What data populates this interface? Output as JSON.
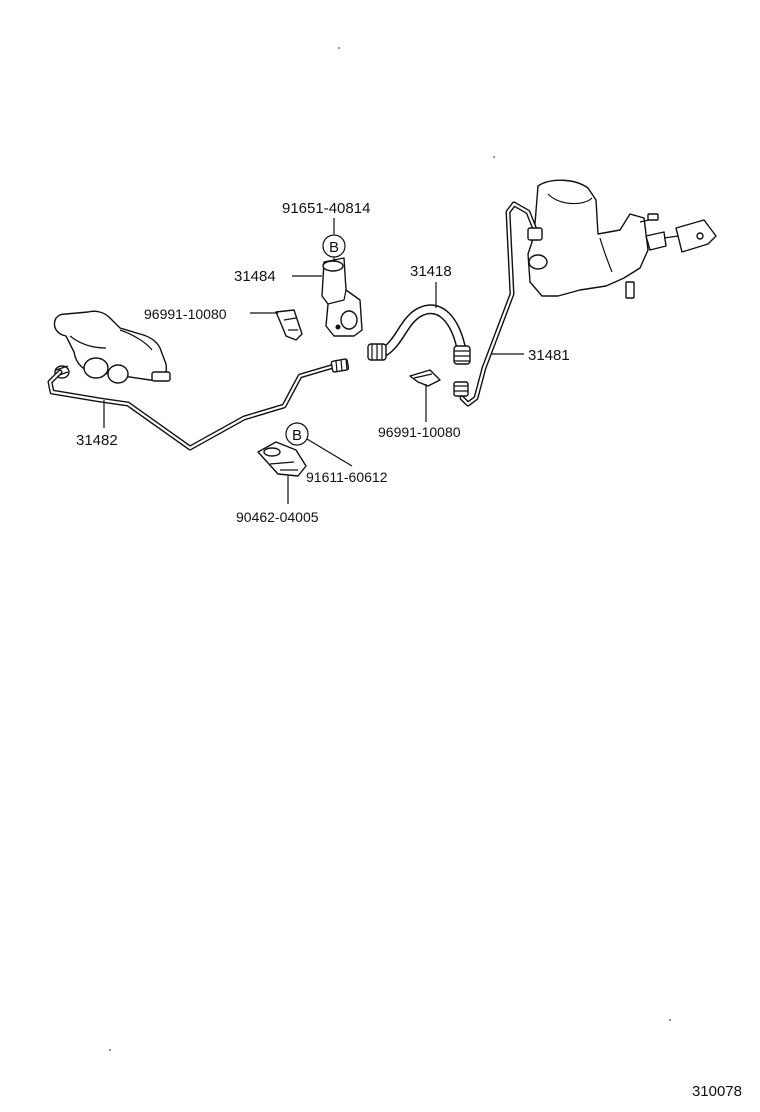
{
  "parts": {
    "pipe_long_left": "31482",
    "pipe_right": "31481",
    "flex_hose": "31418",
    "bracket": "31484",
    "bolt_top": "91651-40814",
    "clip_left": "96991-10080",
    "clip_right": "96991-10080",
    "bolt_lower": "91611-60612",
    "nut_lower": "90462-04005"
  },
  "callouts": {
    "top_letter": "B",
    "lower_letter": "B"
  },
  "diagram_number": "310078"
}
